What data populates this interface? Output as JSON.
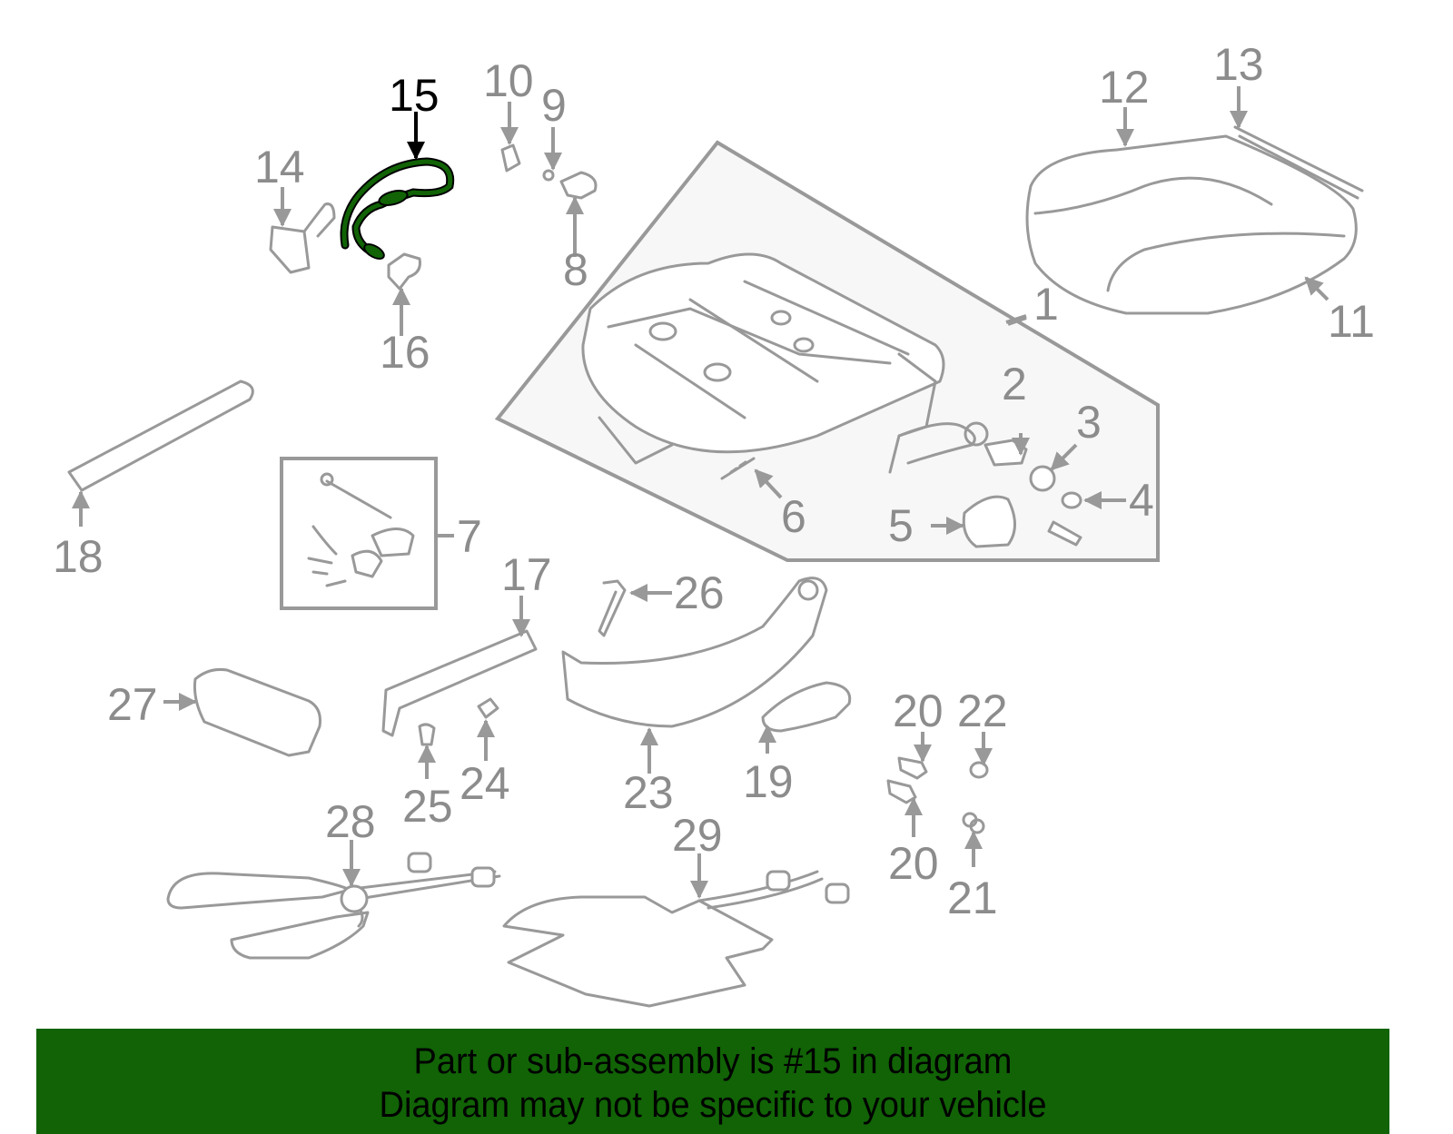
{
  "diagram": {
    "title": "Seat cushion parts diagram",
    "highlighted_part": "15",
    "highlight_color": "#116306",
    "label_color": "#8c8c8c",
    "callouts": [
      {
        "id": "c1",
        "number": "1"
      },
      {
        "id": "c2",
        "number": "2"
      },
      {
        "id": "c3",
        "number": "3"
      },
      {
        "id": "c4",
        "number": "4"
      },
      {
        "id": "c5",
        "number": "5"
      },
      {
        "id": "c6",
        "number": "6"
      },
      {
        "id": "c7",
        "number": "7"
      },
      {
        "id": "c8",
        "number": "8"
      },
      {
        "id": "c9",
        "number": "9"
      },
      {
        "id": "c10",
        "number": "10"
      },
      {
        "id": "c11",
        "number": "11"
      },
      {
        "id": "c12",
        "number": "12"
      },
      {
        "id": "c13",
        "number": "13"
      },
      {
        "id": "c14",
        "number": "14"
      },
      {
        "id": "c15",
        "number": "15"
      },
      {
        "id": "c16",
        "number": "16"
      },
      {
        "id": "c17",
        "number": "17"
      },
      {
        "id": "c18",
        "number": "18"
      },
      {
        "id": "c19",
        "number": "19"
      },
      {
        "id": "c20a",
        "number": "20"
      },
      {
        "id": "c20b",
        "number": "20"
      },
      {
        "id": "c21",
        "number": "21"
      },
      {
        "id": "c22",
        "number": "22"
      },
      {
        "id": "c23",
        "number": "23"
      },
      {
        "id": "c24",
        "number": "24"
      },
      {
        "id": "c25",
        "number": "25"
      },
      {
        "id": "c26",
        "number": "26"
      },
      {
        "id": "c27",
        "number": "27"
      },
      {
        "id": "c28",
        "number": "28"
      },
      {
        "id": "c29",
        "number": "29"
      }
    ]
  },
  "banner": {
    "line1": "Part or sub-assembly is #15 in diagram",
    "line2": "Diagram may not be specific to your vehicle",
    "background": "#116306"
  }
}
